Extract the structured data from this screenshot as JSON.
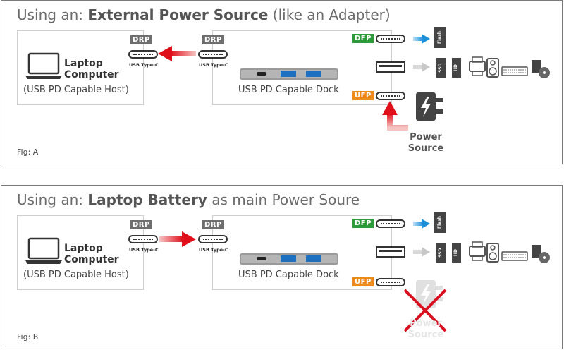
{
  "panels": [
    {
      "title_prefix": "Using an: ",
      "title_bold": "External Power Source",
      "title_suffix": " (like an Adapter)",
      "fig": "Fig: A",
      "laptop": {
        "line1": "Laptop",
        "line2": "Computer",
        "host": "(USB PD Capable Host)"
      },
      "dock_label": "USB PD Capable Dock",
      "drp_left": "DRP",
      "drp_right": "DRP",
      "usb_type_c_left": "USB Type-C",
      "usb_type_c_right": "USB Type-C",
      "dfp": "DFP",
      "ufp": "UFP",
      "flash_drive": "Flash Drive",
      "ssd": "SSD",
      "hd": "HD",
      "power_line1": "Power",
      "power_line2": "Source"
    },
    {
      "title_prefix": "Using an: ",
      "title_bold": "Laptop Battery",
      "title_suffix": " as main Power Soure",
      "fig": "Fig: B",
      "laptop": {
        "line1": "Laptop",
        "line2": "Computer",
        "host": "(USB PD Capable Host)"
      },
      "dock_label": "USB PD Capable Dock",
      "drp_left": "DRP",
      "drp_right": "DRP",
      "usb_type_c_left": "USB Type-C",
      "usb_type_c_right": "USB Type-C",
      "dfp": "DFP",
      "ufp": "UFP",
      "flash_drive": "Flash Drive",
      "ssd": "SSD",
      "hd": "HD",
      "power_line1": "Power",
      "power_line2": "Source"
    }
  ],
  "colors": {
    "arrow_red": "#e0101a",
    "arrow_blue": "#1e90d8",
    "arrow_gray": "#c8c8c8",
    "dfp_green": "#2f9a3a",
    "ufp_orange": "#ee8a1a",
    "x_red": "#d81020"
  }
}
